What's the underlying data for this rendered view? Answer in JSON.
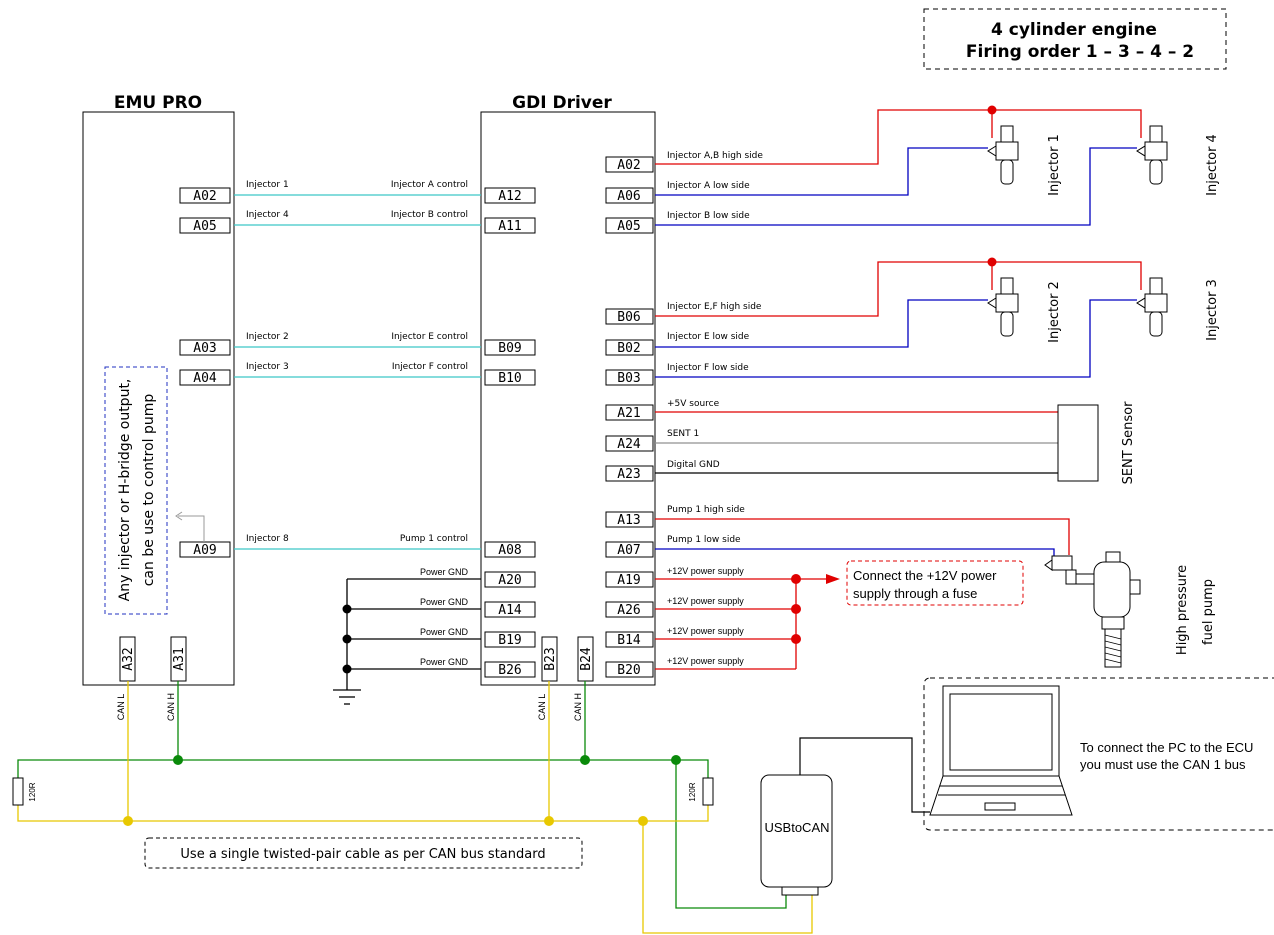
{
  "header": {
    "line1": "4 cylinder engine",
    "line2": "Firing order 1 – 3  – 4 – 2"
  },
  "emu": {
    "title": "EMU PRO",
    "pins": {
      "a02": "A02",
      "a05": "A05",
      "a03": "A03",
      "a04": "A04",
      "a09": "A09",
      "a32": "A32",
      "a31": "A31"
    },
    "note_line1": "Any injector or H-bridge output,",
    "note_line2": "can be use to control pump"
  },
  "gdi": {
    "title": "GDI Driver",
    "left_pins": {
      "a12": "A12",
      "a11": "A11",
      "b09": "B09",
      "b10": "B10",
      "a08": "A08",
      "a20": "A20",
      "a14": "A14",
      "b19": "B19",
      "b26": "B26"
    },
    "right_pins": {
      "a02": "A02",
      "a06": "A06",
      "a05": "A05",
      "b06": "B06",
      "b02": "B02",
      "b03": "B03",
      "a21": "A21",
      "a24": "A24",
      "a23": "A23",
      "a13": "A13",
      "a07": "A07",
      "a19": "A19",
      "a26": "A26",
      "b14": "B14",
      "b20": "B20"
    },
    "bottom_pins": {
      "b23": "B23",
      "b24": "B24"
    }
  },
  "wires": {
    "inj1": "Injector 1",
    "inj1_ctrl": "Injector A control",
    "inj4": "Injector 4",
    "inj4_ctrl": "Injector B control",
    "inj2": "Injector 2",
    "inj2_ctrl": "Injector E control",
    "inj3": "Injector 3",
    "inj3_ctrl": "Injector F control",
    "inj8": "Injector 8",
    "pump_ctrl": "Pump 1 control",
    "power_gnd": "Power GND",
    "ab_high": "Injector A,B high side",
    "a_low": "Injector A low side",
    "b_low": "Injector B low side",
    "ef_high": "Injector E,F high side",
    "e_low": "Injector E low side",
    "f_low": "Injector F low side",
    "v5": "+5V source",
    "sent1": "SENT 1",
    "dgnd": "Digital GND",
    "pump_high": "Pump 1 high side",
    "pump_low": "Pump 1 low side",
    "v12": "+12V power supply"
  },
  "injectors": {
    "i1": "Injector 1",
    "i4": "Injector 4",
    "i2": "Injector 2",
    "i3": "Injector 3"
  },
  "sent_sensor": "SENT Sensor",
  "pump": {
    "line1": "High pressure",
    "line2": "fuel pump"
  },
  "fuse_note": {
    "line1": "Connect the +12V power",
    "line2": "supply through a fuse"
  },
  "can": {
    "can_l": "CAN L",
    "can_h": "CAN H",
    "r1": "120R",
    "r2": "120R",
    "cable_note": "Use a single twisted-pair cable as per CAN bus standard",
    "usb": "USBtoCAN",
    "pc_line1": "To connect the PC to the ECU",
    "pc_line2": "you must use the CAN 1 bus"
  },
  "colors": {
    "signal": "#3cc8c8",
    "high": "#e00000",
    "low": "#0000c0",
    "sent": "#909090",
    "can_h": "#0a8a0a",
    "can_l": "#e8c800",
    "note_border": "#2030c0"
  }
}
